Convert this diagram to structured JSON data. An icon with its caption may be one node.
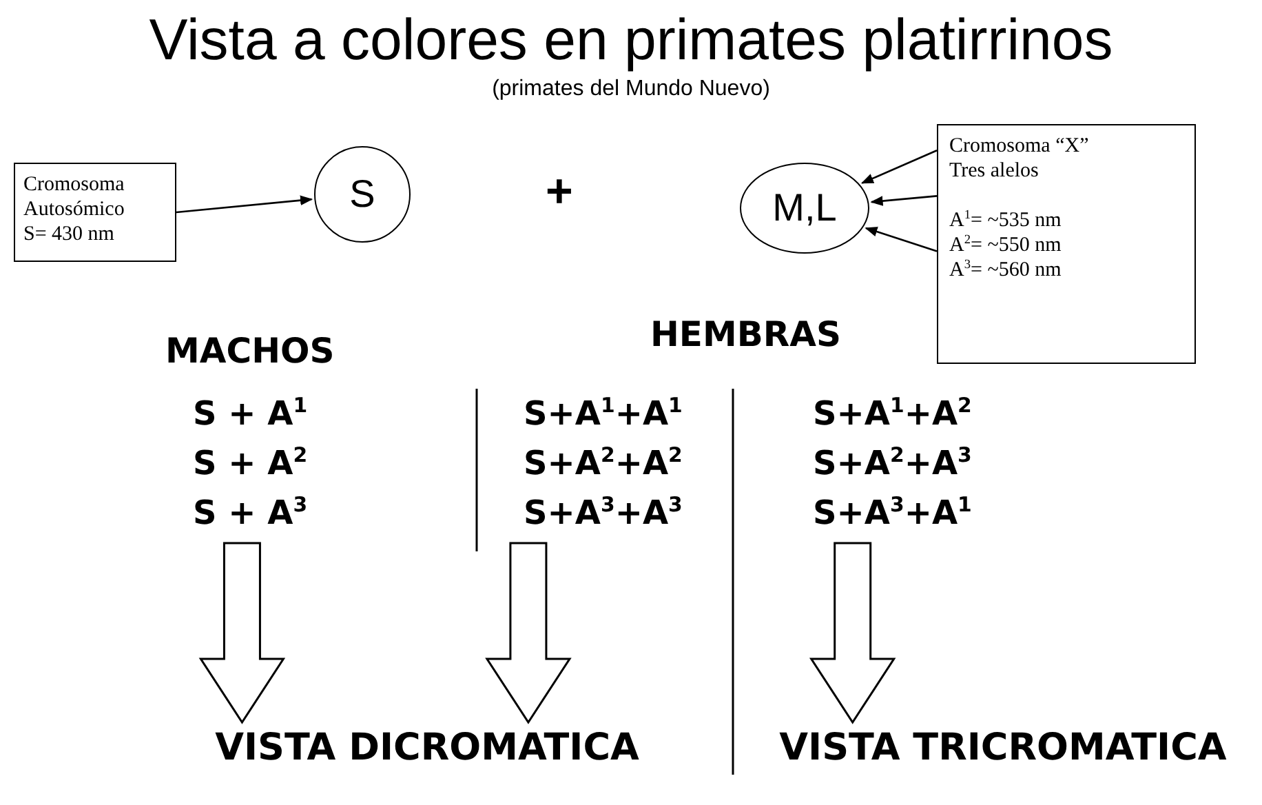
{
  "diagram": {
    "title": "Vista a colores en primates platirrinos",
    "nodes": [
      {
        "text": [
          "Cromosoma Autosómico S= 430 nm"
        ]
      },
      {
        "text": [
          "S"
        ]
      },
      {
        "text": [
          "M,L"
        ]
      },
      {
        "text": [
          "Cromosoma “X” Tres alelos",
          "A$^{1}$= ~535 nm",
          "A$^{2}$= ~550 nm",
          "A$^{3}$= ~560 nm"
        ]
      },
      {
        "text": [
          "S + A$^{1}$",
          "S + A$^{2}$",
          "S + A$^{3}$"
        ]
      },
      {
        "text": [
          "S+A$^{1}$+A$^{1}$",
          "S+A$^{2}$+A$^{2}$",
          "S+A$^{3}$+A$^{3}$"
        ]
      },
      {
        "text": [
          "S+A$^{1}$+A$^{2}$",
          "S+A$^{2}$+A$^{3}$",
          "S+A$^{3}$+A$^{1}$"
        ]
      },
      {
        "text": [
          "VISTA DICROMATICA"
        ]
      },
      {
        "text": [
          "VISTA TRICROMATICA"
        ]
      }
    ],
    "edges": [
      {
        "from": 0,
        "to": 1,
        "arrow": "to"
      },
      {
        "from": 3,
        "to": 2,
        "arrow": "to"
      },
      {
        "from": 3,
        "to": 2,
        "arrow": "to"
      },
      {
        "from": 3,
        "to": 2,
        "arrow": "to"
      },
      {
        "from": 4,
        "to": 7,
        "arrow": "to",
        "style": "thick"
      },
      {
        "from": 5,
        "to": 7,
        "arrow": "to",
        "style": "thick"
      },
      {
        "from": 6,
        "to": 8,
        "arrow": "to",
        "style": "thick"
      }
    ],
    "labels": [
      "(primates del Mundo Nuevo)",
      "+",
      "MACHOS",
      "HEMBRAS"
    ]
  }
}
